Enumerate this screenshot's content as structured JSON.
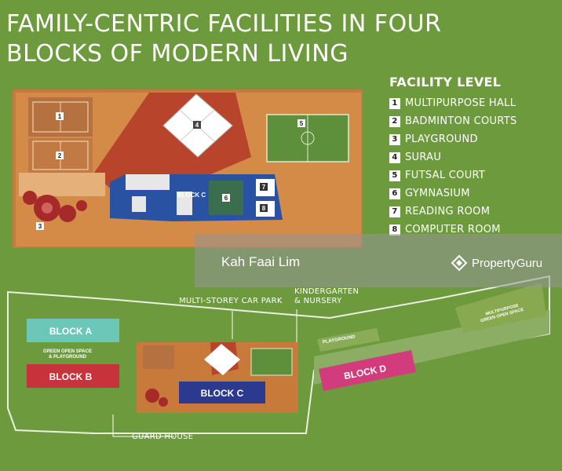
{
  "title": {
    "line1": "FAMILY-CENTRIC FACILITIES IN FOUR",
    "line2": "BLOCKS OF MODERN LIVING"
  },
  "legend": {
    "heading": "FACILITY LEVEL",
    "items": [
      {
        "num": "1",
        "label": "MULTIPURPOSE HALL"
      },
      {
        "num": "2",
        "label": "BADMINTON COURTS"
      },
      {
        "num": "3",
        "label": "PLAYGROUND"
      },
      {
        "num": "4",
        "label": "SURAU"
      },
      {
        "num": "5",
        "label": "FUTSAL COURT"
      },
      {
        "num": "6",
        "label": "GYMNASIUM"
      },
      {
        "num": "7",
        "label": "READING ROOM"
      },
      {
        "num": "8",
        "label": "COMPUTER ROOM"
      }
    ]
  },
  "map_top": {
    "block_c": "BLOCK C",
    "markers": [
      "1",
      "2",
      "3",
      "4",
      "5",
      "6",
      "7",
      "8"
    ]
  },
  "watermark": {
    "name": "Kah Faai Lim",
    "brand": "PropertyGuru"
  },
  "site_plan": {
    "multi_storey": "MULTI-STOREY CAR PARK",
    "kindergarten_1": "KINDERGARTEN",
    "kindergarten_2": "& NURSERY",
    "block_a": "BLOCK A",
    "green_1": "GREEN OPEN SPACE",
    "green_2": "& PLAYGROUND",
    "block_b": "BLOCK B",
    "block_c": "BLOCK C",
    "block_d": "BLOCK D",
    "playground": "PLAYGROUND",
    "mp_1": "MULTIPURPOSE",
    "mp_2": "GREEN OPEN SPACE",
    "guard_house": "GUARD HOUSE"
  },
  "colors": {
    "background": "#6e9a3e",
    "block_a": "#6cc7b8",
    "block_b": "#c8323a",
    "block_c": "#2b3a8e",
    "block_d": "#d23c7c",
    "deck": "#c77a3a"
  }
}
